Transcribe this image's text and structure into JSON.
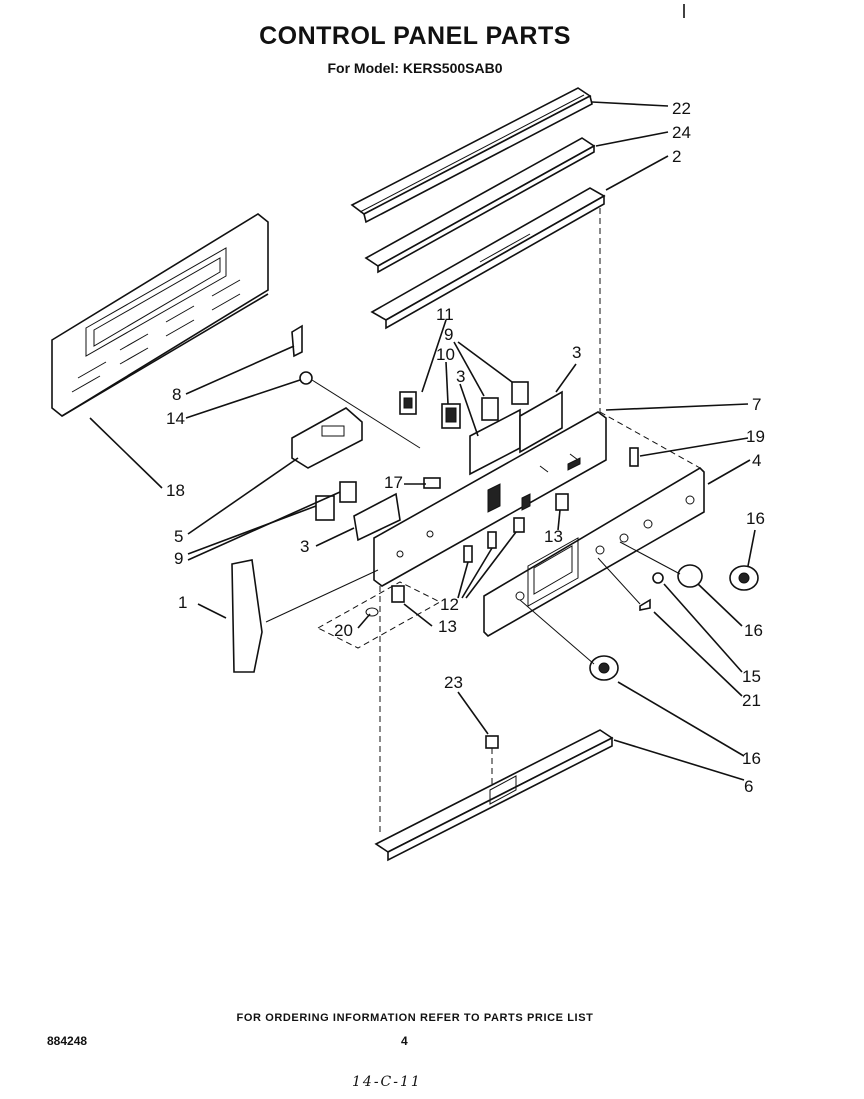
{
  "header": {
    "title": "CONTROL PANEL PARTS",
    "subtitle": "For Model: KERS500SAB0"
  },
  "labels": {
    "l22": "22",
    "l24": "24",
    "l2": "2",
    "l11": "11",
    "l9a": "9",
    "l10": "10",
    "l3a": "3",
    "l3b": "3",
    "l7": "7",
    "l19": "19",
    "l4": "4",
    "l8": "8",
    "l14": "14",
    "l18": "18",
    "l17": "17",
    "l16a": "16",
    "l5": "5",
    "l9b": "9",
    "l3c": "3",
    "l13a": "13",
    "l16b": "16",
    "l1": "1",
    "l12": "12",
    "l20": "20",
    "l13b": "13",
    "l15": "15",
    "l21": "21",
    "l23": "23",
    "l16c": "16",
    "l6": "6"
  },
  "footer": {
    "note": "FOR ORDERING INFORMATION REFER TO PARTS PRICE LIST",
    "doc_number": "884248",
    "page": "4",
    "handwritten": "14-C-11"
  }
}
